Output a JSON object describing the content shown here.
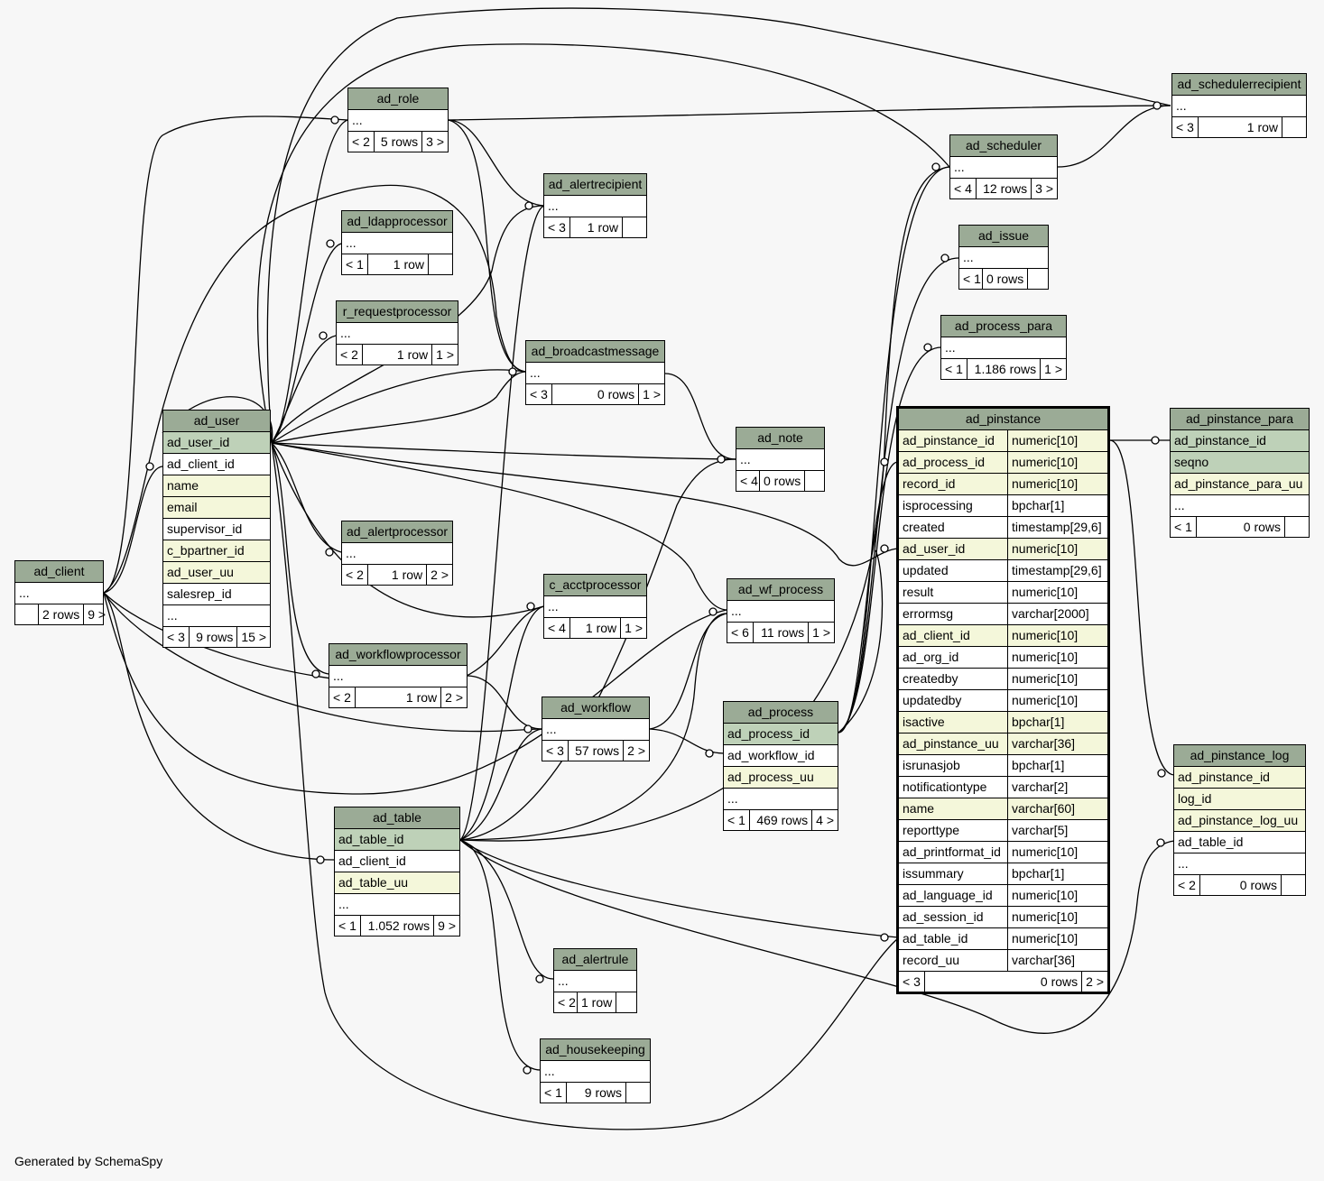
{
  "footer": "Generated by SchemaSpy",
  "colors": {
    "header": "#9bab96",
    "primary_key": "#bed1b8",
    "foreign_key": "#f4f7da",
    "background": "#f7f7f7"
  },
  "tables": {
    "ad_schedulerrecipient": {
      "name": "ad_schedulerrecipient",
      "rows": [
        {
          "name": "..."
        }
      ],
      "parents": "< 3",
      "count": "1 row",
      "children": ""
    },
    "ad_role": {
      "name": "ad_role",
      "rows": [
        {
          "name": "..."
        }
      ],
      "parents": "< 2",
      "count": "5 rows",
      "children": "3 >"
    },
    "ad_scheduler": {
      "name": "ad_scheduler",
      "rows": [
        {
          "name": "..."
        }
      ],
      "parents": "< 4",
      "count": "12 rows",
      "children": "3 >"
    },
    "ad_alertrecipient": {
      "name": "ad_alertrecipient",
      "rows": [
        {
          "name": "..."
        }
      ],
      "parents": "< 3",
      "count": "1 row",
      "children": ""
    },
    "ad_ldapprocessor": {
      "name": "ad_ldapprocessor",
      "rows": [
        {
          "name": "..."
        }
      ],
      "parents": "< 1",
      "count": "1 row",
      "children": ""
    },
    "ad_issue": {
      "name": "ad_issue",
      "rows": [
        {
          "name": "..."
        }
      ],
      "parents": "< 1",
      "count": "0 rows",
      "children": ""
    },
    "r_requestprocessor": {
      "name": "r_requestprocessor",
      "rows": [
        {
          "name": "..."
        }
      ],
      "parents": "< 2",
      "count": "1 row",
      "children": "1 >"
    },
    "ad_process_para": {
      "name": "ad_process_para",
      "rows": [
        {
          "name": "..."
        }
      ],
      "parents": "< 1",
      "count": "1.186 rows",
      "children": "1 >"
    },
    "ad_broadcastmessage": {
      "name": "ad_broadcastmessage",
      "rows": [
        {
          "name": "..."
        }
      ],
      "parents": "< 3",
      "count": "0 rows",
      "children": "1 >"
    },
    "ad_user": {
      "name": "ad_user",
      "rows": [
        {
          "name": "ad_user_id",
          "kind": "pk"
        },
        {
          "name": "ad_client_id",
          "kind": "plain"
        },
        {
          "name": "name",
          "kind": "fk"
        },
        {
          "name": "email",
          "kind": "fk"
        },
        {
          "name": "supervisor_id",
          "kind": "plain"
        },
        {
          "name": "c_bpartner_id",
          "kind": "fk"
        },
        {
          "name": "ad_user_uu",
          "kind": "fk"
        },
        {
          "name": "salesrep_id",
          "kind": "plain"
        },
        {
          "name": "...",
          "kind": "plain"
        }
      ],
      "parents": "< 3",
      "count": "9 rows",
      "children": "15 >"
    },
    "ad_note": {
      "name": "ad_note",
      "rows": [
        {
          "name": "..."
        }
      ],
      "parents": "< 4",
      "count": "0 rows",
      "children": ""
    },
    "ad_pinstance": {
      "name": "ad_pinstance",
      "rows": [
        {
          "name": "ad_pinstance_id",
          "type": "numeric[10]",
          "kind": "fk"
        },
        {
          "name": "ad_process_id",
          "type": "numeric[10]",
          "kind": "fk"
        },
        {
          "name": "record_id",
          "type": "numeric[10]",
          "kind": "fk"
        },
        {
          "name": "isprocessing",
          "type": "bpchar[1]",
          "kind": "plain"
        },
        {
          "name": "created",
          "type": "timestamp[29,6]",
          "kind": "plain"
        },
        {
          "name": "ad_user_id",
          "type": "numeric[10]",
          "kind": "fk"
        },
        {
          "name": "updated",
          "type": "timestamp[29,6]",
          "kind": "plain"
        },
        {
          "name": "result",
          "type": "numeric[10]",
          "kind": "plain"
        },
        {
          "name": "errormsg",
          "type": "varchar[2000]",
          "kind": "plain"
        },
        {
          "name": "ad_client_id",
          "type": "numeric[10]",
          "kind": "fk"
        },
        {
          "name": "ad_org_id",
          "type": "numeric[10]",
          "kind": "plain"
        },
        {
          "name": "createdby",
          "type": "numeric[10]",
          "kind": "plain"
        },
        {
          "name": "updatedby",
          "type": "numeric[10]",
          "kind": "plain"
        },
        {
          "name": "isactive",
          "type": "bpchar[1]",
          "kind": "fk"
        },
        {
          "name": "ad_pinstance_uu",
          "type": "varchar[36]",
          "kind": "fk"
        },
        {
          "name": "isrunasjob",
          "type": "bpchar[1]",
          "kind": "plain"
        },
        {
          "name": "notificationtype",
          "type": "varchar[2]",
          "kind": "plain"
        },
        {
          "name": "name",
          "type": "varchar[60]",
          "kind": "fk"
        },
        {
          "name": "reporttype",
          "type": "varchar[5]",
          "kind": "plain"
        },
        {
          "name": "ad_printformat_id",
          "type": "numeric[10]",
          "kind": "plain"
        },
        {
          "name": "issummary",
          "type": "bpchar[1]",
          "kind": "plain"
        },
        {
          "name": "ad_language_id",
          "type": "numeric[10]",
          "kind": "plain"
        },
        {
          "name": "ad_session_id",
          "type": "numeric[10]",
          "kind": "plain"
        },
        {
          "name": "ad_table_id",
          "type": "numeric[10]",
          "kind": "plain"
        },
        {
          "name": "record_uu",
          "type": "varchar[36]",
          "kind": "plain"
        }
      ],
      "parents": "< 3",
      "count": "0 rows",
      "children": "2 >"
    },
    "ad_pinstance_para": {
      "name": "ad_pinstance_para",
      "rows": [
        {
          "name": "ad_pinstance_id",
          "kind": "pk"
        },
        {
          "name": "seqno",
          "kind": "pk"
        },
        {
          "name": "ad_pinstance_para_uu",
          "kind": "fk"
        },
        {
          "name": "...",
          "kind": "plain"
        }
      ],
      "parents": "< 1",
      "count": "0 rows",
      "children": ""
    },
    "ad_client": {
      "name": "ad_client",
      "rows": [
        {
          "name": "..."
        }
      ],
      "parents": "",
      "count": "2 rows",
      "children": "9 >"
    },
    "ad_alertprocessor": {
      "name": "ad_alertprocessor",
      "rows": [
        {
          "name": "..."
        }
      ],
      "parents": "< 2",
      "count": "1 row",
      "children": "2 >"
    },
    "c_acctprocessor": {
      "name": "c_acctprocessor",
      "rows": [
        {
          "name": "..."
        }
      ],
      "parents": "< 4",
      "count": "1 row",
      "children": "1 >"
    },
    "ad_wf_process": {
      "name": "ad_wf_process",
      "rows": [
        {
          "name": "..."
        }
      ],
      "parents": "< 6",
      "count": "11 rows",
      "children": "1 >"
    },
    "ad_workflowprocessor": {
      "name": "ad_workflowprocessor",
      "rows": [
        {
          "name": "..."
        }
      ],
      "parents": "< 2",
      "count": "1 row",
      "children": "2 >"
    },
    "ad_workflow": {
      "name": "ad_workflow",
      "rows": [
        {
          "name": "..."
        }
      ],
      "parents": "< 3",
      "count": "57 rows",
      "children": "2 >"
    },
    "ad_process": {
      "name": "ad_process",
      "rows": [
        {
          "name": "ad_process_id",
          "kind": "pk"
        },
        {
          "name": "ad_workflow_id",
          "kind": "plain"
        },
        {
          "name": "ad_process_uu",
          "kind": "fk"
        },
        {
          "name": "...",
          "kind": "plain"
        }
      ],
      "parents": "< 1",
      "count": "469 rows",
      "children": "4 >"
    },
    "ad_pinstance_log": {
      "name": "ad_pinstance_log",
      "rows": [
        {
          "name": "ad_pinstance_id",
          "kind": "fk"
        },
        {
          "name": "log_id",
          "kind": "fk"
        },
        {
          "name": "ad_pinstance_log_uu",
          "kind": "fk"
        },
        {
          "name": "ad_table_id",
          "kind": "plain"
        },
        {
          "name": "...",
          "kind": "plain"
        }
      ],
      "parents": "< 2",
      "count": "0 rows",
      "children": ""
    },
    "ad_table": {
      "name": "ad_table",
      "rows": [
        {
          "name": "ad_table_id",
          "kind": "pk"
        },
        {
          "name": "ad_client_id",
          "kind": "plain"
        },
        {
          "name": "ad_table_uu",
          "kind": "fk"
        },
        {
          "name": "...",
          "kind": "plain"
        }
      ],
      "parents": "< 1",
      "count": "1.052 rows",
      "children": "9 >"
    },
    "ad_alertrule": {
      "name": "ad_alertrule",
      "rows": [
        {
          "name": "..."
        }
      ],
      "parents": "< 2",
      "count": "1 row",
      "children": ""
    },
    "ad_housekeeping": {
      "name": "ad_housekeeping",
      "rows": [
        {
          "name": "..."
        }
      ],
      "parents": "< 1",
      "count": "9 rows",
      "children": ""
    }
  }
}
